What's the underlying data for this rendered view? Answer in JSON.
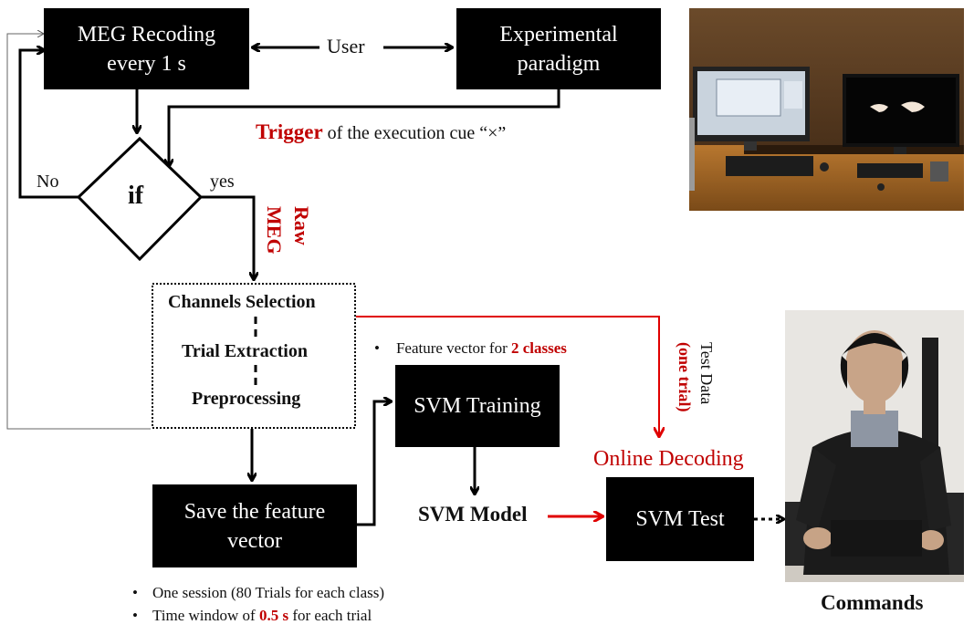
{
  "flow": {
    "meg_recording_line1": "MEG Recoding",
    "meg_recording_line2": "every 1 s",
    "user": "User",
    "paradigm_line1": "Experimental",
    "paradigm_line2": "paradigm",
    "trigger_word": "Trigger",
    "trigger_rest": " of the execution cue “×”",
    "decision": "if",
    "no_label": "No",
    "yes_label": "yes",
    "raw_meg_line1": "Raw",
    "raw_meg_line2": "MEG",
    "channels_selection": "Channels Selection",
    "trial_extraction": "Trial Extraction",
    "preprocessing": "Preprocessing",
    "save_feature_line1": "Save  the feature",
    "save_feature_line2": "vector",
    "svm_training": "SVM Training",
    "svm_model": "SVM Model",
    "svm_test": "SVM Test",
    "online_decoding": "Online  Decoding",
    "feature_vector_text": "Feature vector for ",
    "feature_vector_red": "2 classes",
    "test_data": "Test Data",
    "one_trial": "(one trial)",
    "commands": "Commands"
  },
  "notes": {
    "bullet1": "One session (80 Trials for each class)",
    "bullet2_pre": "Time window of ",
    "bullet2_red": "0.5 s",
    "bullet2_post": " for each trial",
    "bullet_char": "•"
  },
  "colors": {
    "accent_red": "#c00000",
    "box_fill": "#000000"
  },
  "images": {
    "lab_photo": "lab setup photo with monitors showing hand images",
    "android_photo": "android robot seated in chair"
  }
}
